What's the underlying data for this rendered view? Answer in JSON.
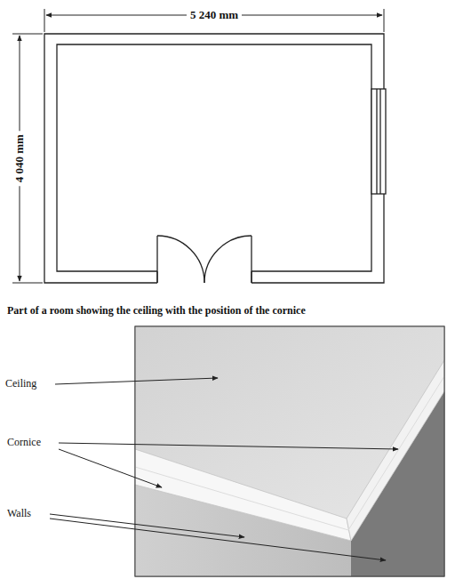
{
  "diagram": {
    "labels": [
      "5 240 mm",
      "4 040 mm",
      "Part of a room showing the ceiling with the position of the cornice",
      "Ceiling",
      "Cornice",
      "Walls"
    ]
  }
}
